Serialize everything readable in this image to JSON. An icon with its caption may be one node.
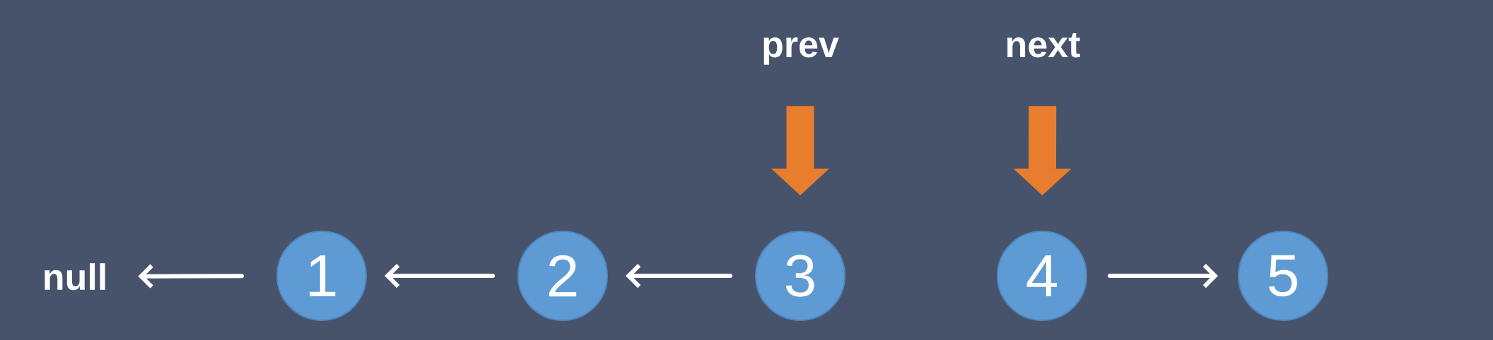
{
  "diagram": {
    "nodes": [
      {
        "text": [
          "prev"
        ]
      },
      {
        "text": [
          "next"
        ]
      },
      {
        "text": [
          "null"
        ]
      },
      {
        "text": [
          "1"
        ]
      },
      {
        "text": [
          "2"
        ]
      },
      {
        "text": [
          "3"
        ]
      },
      {
        "text": [
          "4"
        ]
      },
      {
        "text": [
          "5"
        ]
      }
    ],
    "edges": [
      {
        "from": 3,
        "to": 2,
        "arrow": "to"
      },
      {
        "from": 4,
        "to": 3,
        "arrow": "to"
      },
      {
        "from": 5,
        "to": 4,
        "arrow": "to"
      },
      {
        "from": 6,
        "to": 7,
        "arrow": "to"
      },
      {
        "from": 0,
        "to": 5,
        "arrow": "to",
        "style": "thick",
        "color": "#e87d2d"
      },
      {
        "from": 1,
        "to": 6,
        "arrow": "to",
        "style": "thick",
        "color": "#e87d2d"
      }
    ]
  }
}
